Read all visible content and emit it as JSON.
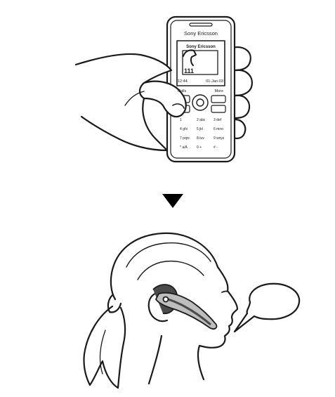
{
  "phone": {
    "brand": "Sony Ericsson",
    "screen_header": "Sony Ericsson",
    "number": "111",
    "time": "12:44",
    "date": "01-Jan-03",
    "left_soft": "Calls",
    "right_soft": "More",
    "keys": [
      "1",
      "2 abc",
      "3 def",
      "4 ghi",
      "5 jkl",
      "6 mno",
      "7 pqrs",
      "8 tuv",
      "9 wxyz",
      "* a/A",
      "0 +",
      "# -"
    ]
  },
  "arrow": {
    "shape": "down-triangle",
    "color": "#000000"
  },
  "speech_bubble": {
    "text": ""
  },
  "colors": {
    "line": "#1a1a1a",
    "headset_dark": "#4a4a4a",
    "headset_light": "#bdbdbd"
  }
}
